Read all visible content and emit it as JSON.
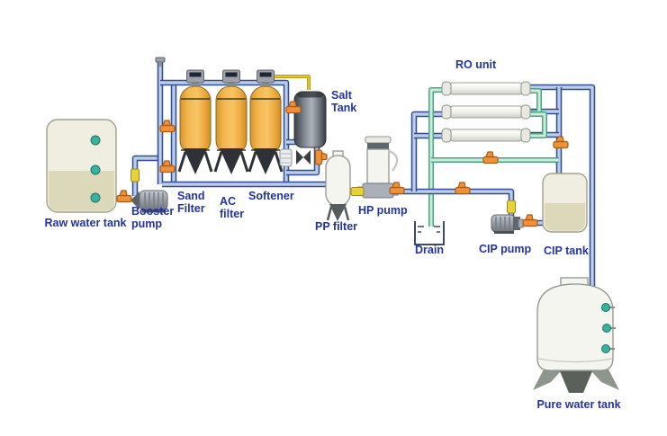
{
  "diagram": {
    "title": "RO water treatment system diagram",
    "labels": {
      "raw_water_tank": "Raw water tank",
      "booster_pump": "Booster\npump",
      "sand_filter": "Sand\nFilter",
      "ac_filter": "AC\nfilter",
      "softener": "Softener",
      "salt_tank": "Salt\nTank",
      "pp_filter": "PP filter",
      "hp_pump": "HP pump",
      "ro_unit": "RO unit",
      "drain": "Drain",
      "cip_pump": "CIP pump",
      "cip_tank": "CIP tank",
      "pure_water_tank": "Pure water tank"
    },
    "colors": {
      "label_text": "#2433a0",
      "pipe_blue_outline": "#31508f",
      "pipe_blue_fill": "#bcccea",
      "pipe_green_outline": "#4aa584",
      "pipe_green_fill": "#cdebd8",
      "pipe_yellow": "#e3c52f",
      "valve_orange": "#f0913a",
      "valve_outline": "#a85c14",
      "vessel_orange": "#f2b14d",
      "tank_cream": "#f0eee0",
      "tank_liquid": "#dcd8ba",
      "salt_tank_gray": "#6a7178",
      "port_teal": "#35b2a0",
      "sensor_yellow": "#e8d23a",
      "pump_gray": "#9aa1a9"
    }
  }
}
